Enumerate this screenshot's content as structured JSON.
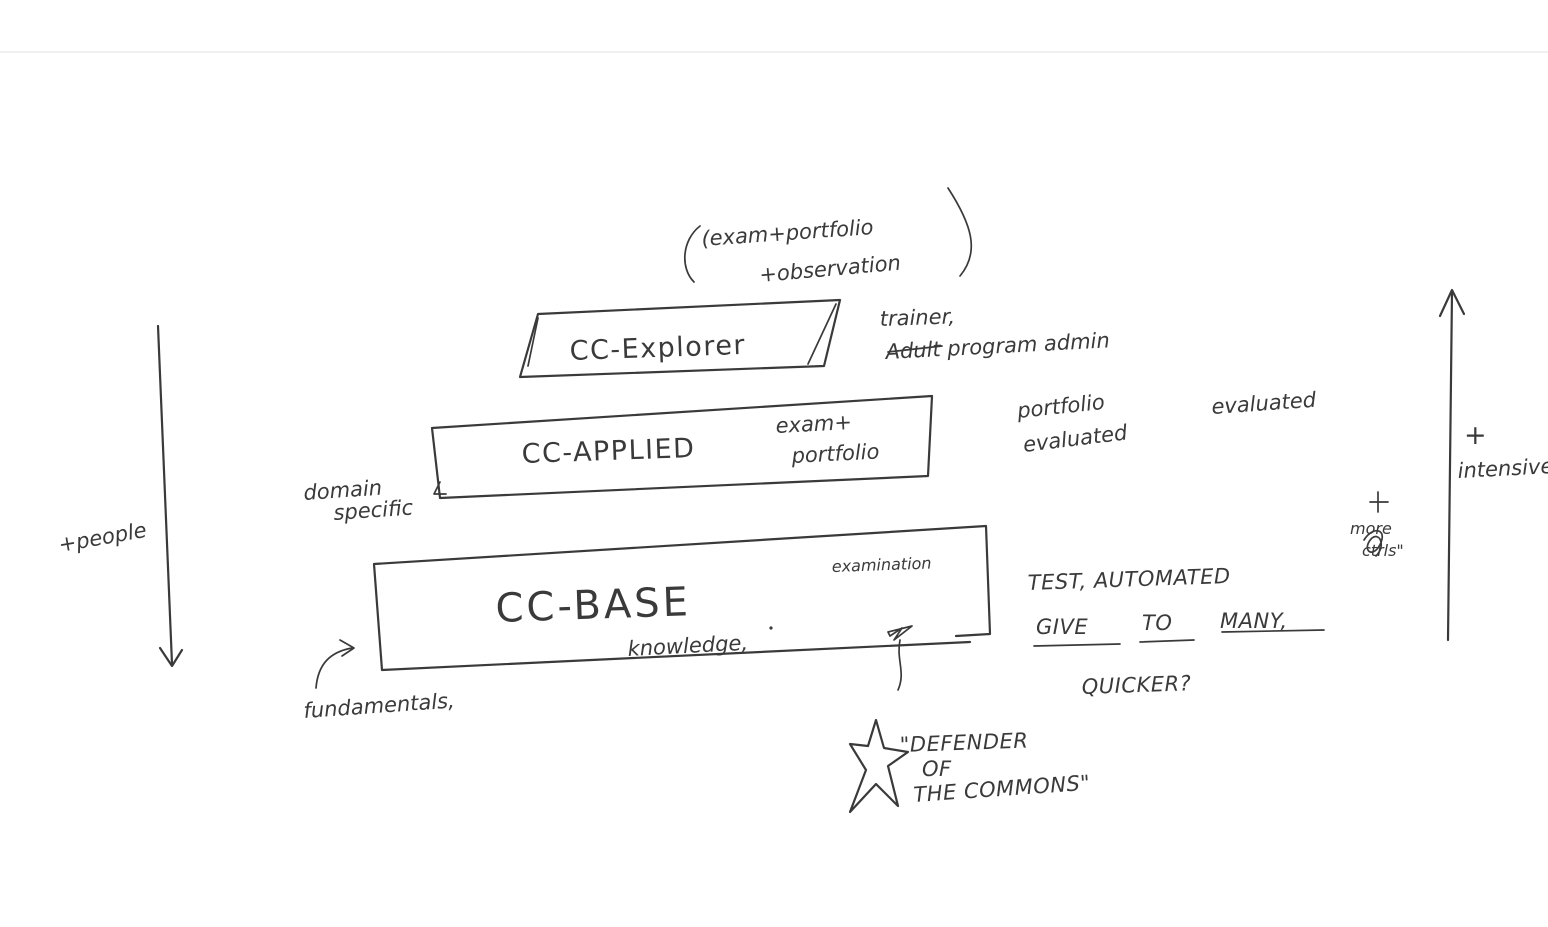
{
  "diagram": {
    "note_top_line1": "(exam+portfolio",
    "note_top_line2": "+observation",
    "levels": [
      {
        "label": "CC-Explorer",
        "role_line1": "trainer,",
        "role_line2": "Adult program admin"
      },
      {
        "label": "CC-APPLIED",
        "assessment_line1": "exam+",
        "assessment_line2": "portfolio",
        "side_note_line1": "portfolio",
        "side_note_line2": "evaluated",
        "side_note_extra": "evaluated"
      },
      {
        "label": "CC-BASE",
        "assessment": "examination",
        "sub_label": "knowledge,",
        "test_line1": "TEST, AUTOMATED",
        "test_line2_a": "GIVE",
        "test_line2_b": "TO",
        "test_line2_c": "MANY,",
        "test_line3": "QUICKER?"
      }
    ],
    "domain_line1": "domain",
    "domain_line2": "specific",
    "fundamentals": "fundamentals,",
    "people_axis": "+people",
    "rigor_plus": "+",
    "rigor_axis": "intensive",
    "more_line1": "more",
    "more_line2": "ctrls\"",
    "defender_line1": "\"DEFENDER",
    "defender_line2": "OF",
    "defender_line3": "THE COMMONS\""
  }
}
